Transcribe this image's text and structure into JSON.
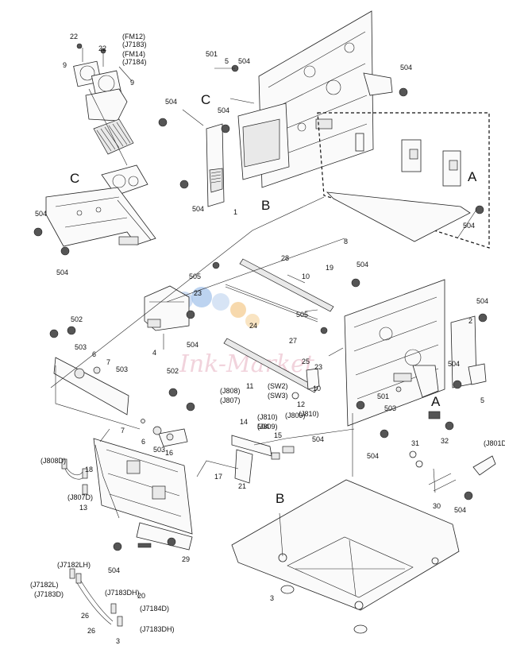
{
  "watermark": "Ink-Market",
  "sections": {
    "c_upper": "C",
    "c_left": "C",
    "b_frame": "B",
    "b_base": "B",
    "a_board": "A",
    "a_right": "A"
  },
  "callouts": [
    "22",
    "22",
    "(FM12)",
    "(J7183)",
    "(FM14)",
    "(J7184)",
    "9",
    "9",
    "501",
    "5",
    "504",
    "504",
    "504",
    "504",
    "1",
    "504",
    "504",
    "8",
    "504",
    "504",
    "28",
    "19",
    "504",
    "10",
    "505",
    "23",
    "24",
    "505",
    "504",
    "504",
    "4",
    "504",
    "502",
    "503",
    "6",
    "7",
    "503",
    "25",
    "23",
    "27",
    "10",
    "502",
    "11",
    "(J808)",
    "(J807)",
    "(SW2)",
    "(SW3)",
    "(J810)",
    "(J809)",
    "12",
    "(J810)",
    "(J809)",
    "504",
    "2",
    "5",
    "501",
    "503",
    "7",
    "6",
    "503",
    "16",
    "14",
    "15",
    "504",
    "504",
    "32",
    "31",
    "(J801D)",
    "(J808D)",
    "18",
    "(J807D)",
    "13",
    "17",
    "21",
    "30",
    "504",
    "504",
    "29",
    "(J7182LH)",
    "(J7182L)",
    "(J7183D)",
    "(J7183DH)",
    "20",
    "26",
    "(J7184D)",
    "26",
    "(J7183DH)",
    "3",
    "3"
  ]
}
